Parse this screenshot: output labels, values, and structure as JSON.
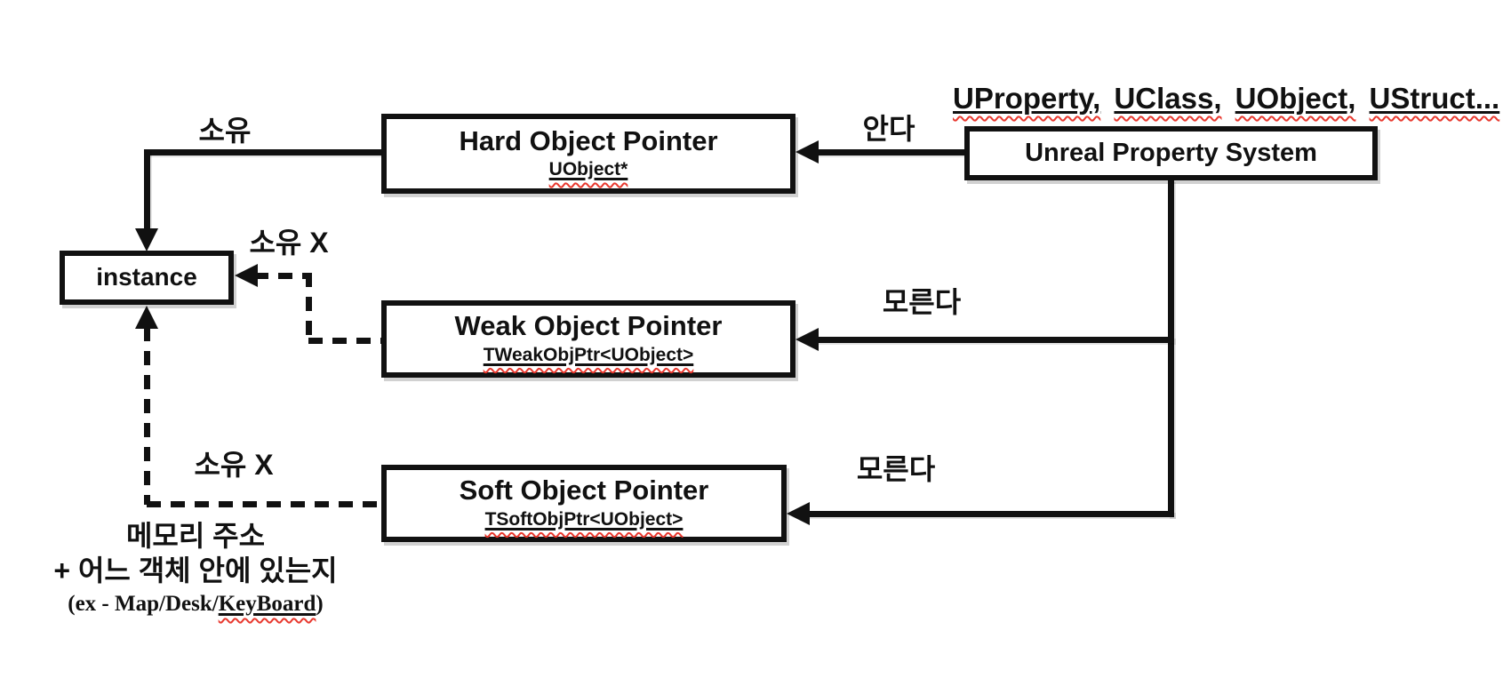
{
  "colors": {
    "ink": "#111111",
    "squiggle": "#e8392f",
    "background": "#ffffff"
  },
  "header": {
    "words": [
      "UProperty,",
      "UClass,",
      "UObject,",
      "UStruct..."
    ]
  },
  "boxes": {
    "hard": {
      "title": "Hard Object Pointer",
      "subtitle": "UObject*"
    },
    "weak": {
      "title": "Weak Object Pointer",
      "subtitle": "TWeakObjPtr<UObject>"
    },
    "soft": {
      "title": "Soft Object Pointer",
      "subtitle": "TSoftObjPtr<UObject>"
    },
    "ups": {
      "title": "Unreal Property System"
    },
    "instance": {
      "title": "instance"
    }
  },
  "labels": {
    "own": "소유",
    "knows": "안다",
    "own_not_weak": "소유 X",
    "own_not_soft": "소유 X",
    "unknown_weak": "모른다",
    "unknown_soft": "모른다"
  },
  "note": {
    "line1": "메모리 주소",
    "line2": "+ 어느 객체 안에 있는지",
    "line3_prefix": "(ex - Map/Desk/",
    "line3_keyword": "KeyBoard",
    "line3_suffix": ")"
  }
}
